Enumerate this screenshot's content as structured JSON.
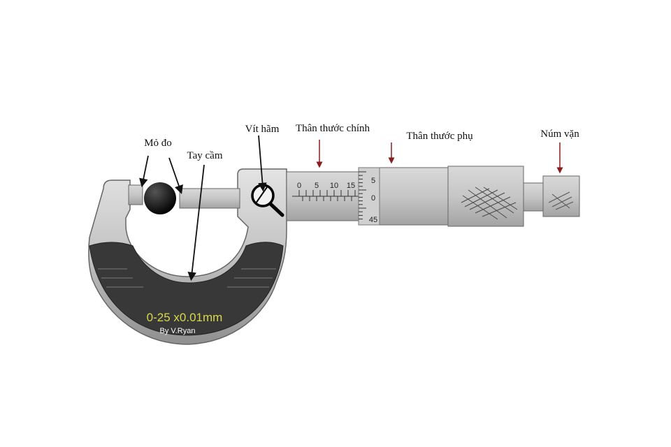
{
  "labels": {
    "anvil_faces": "Mỏ đo",
    "frame": "Tay cầm",
    "lock_screw": "Vít hãm",
    "sleeve": "Thân thước chính",
    "thimble": "Thân thước phụ",
    "ratchet": "Núm vặn"
  },
  "frame_text": {
    "range": "0-25 x0.01mm",
    "author": "By V.Ryan"
  },
  "sleeve_scale": [
    "0",
    "5",
    "10",
    "15"
  ],
  "thimble_scale": [
    "5",
    "0",
    "45"
  ],
  "colors": {
    "metal_light": "#c9c9c9",
    "metal_mid": "#a9a9a9",
    "metal_dark": "#7d7d7d",
    "grip_dark": "#3a3a3a",
    "frame_text": "#d8d84a",
    "arrow_red": "#8b1c1c",
    "outline": "#555555"
  }
}
